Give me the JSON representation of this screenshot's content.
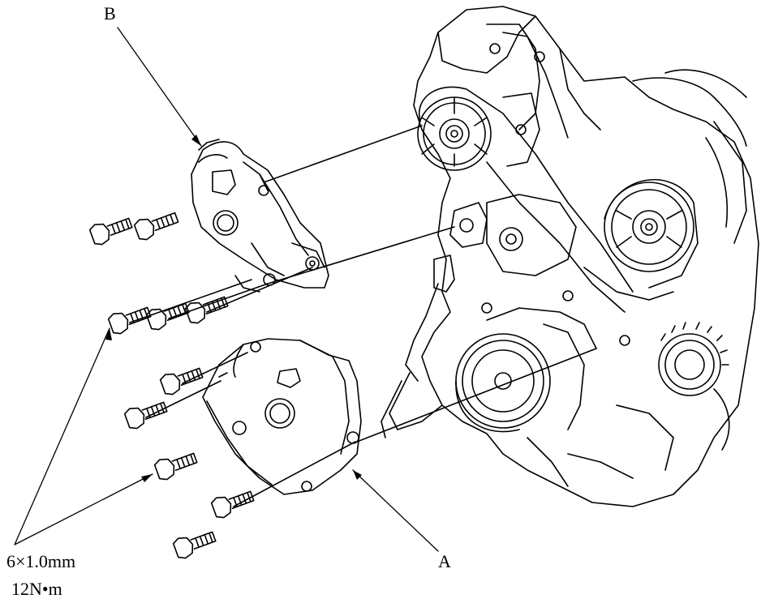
{
  "labels": {
    "a": "A",
    "b": "B"
  },
  "spec": {
    "bolt_size": "6×1.0mm",
    "torque": "12N•m"
  },
  "colors": {
    "line": "#000000",
    "background": "#ffffff"
  }
}
